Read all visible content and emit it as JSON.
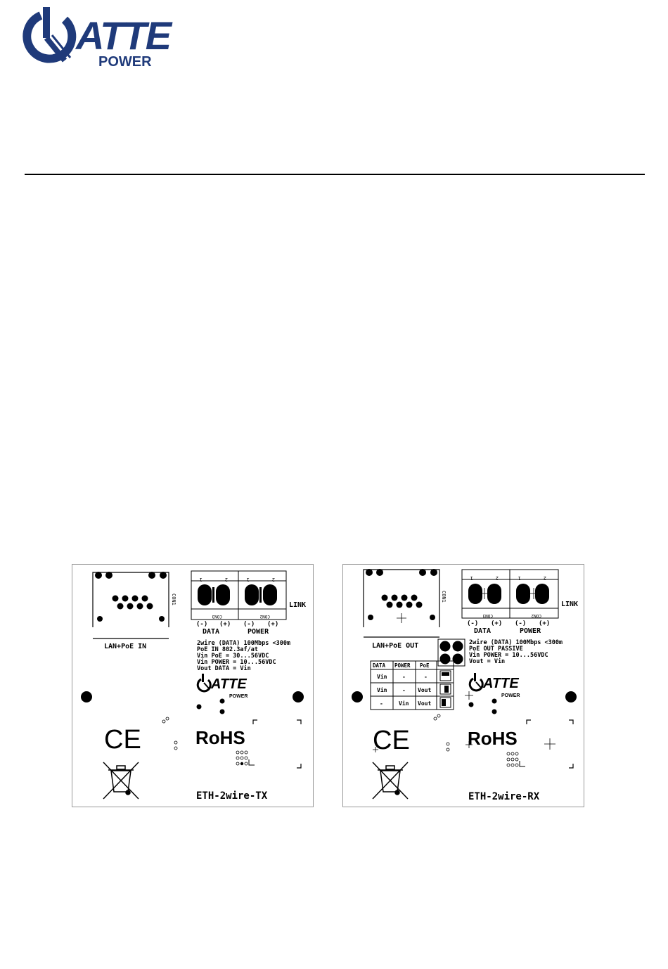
{
  "logo": {
    "brand": "ATTE",
    "sub": "POWER",
    "brand_color": "#1f3a7a",
    "accent_color": "#c0392b"
  },
  "board_tx": {
    "rj45_label": "LAN+PoE IN",
    "con1": "CON1",
    "con3": "CON3",
    "con2": "CON2",
    "pin1": "1",
    "pin2": "2",
    "pol_minus": "(-)",
    "pol_plus": "(+)",
    "data": "DATA",
    "power": "POWER",
    "link": "LINK",
    "spec": [
      "2wire (DATA) 100Mbps <300m",
      "PoE IN 802.3af/at",
      "Vin PoE = 30...56VDC",
      "Vin POWER = 10...56VDC",
      "Vout DATA = Vin"
    ],
    "logo_text": "ATTE",
    "logo_sub": "POWER",
    "ce": "CE",
    "rohs": "RoHS",
    "model": "ETH-2wire-TX"
  },
  "board_rx": {
    "rj45_label": "LAN+PoE OUT",
    "con1": "CON1",
    "con3": "CON3",
    "con2": "CON2",
    "pin1": "1",
    "pin2": "2",
    "pol_minus": "(-)",
    "pol_plus": "(+)",
    "data": "DATA",
    "power": "POWER",
    "link": "LINK",
    "spec": [
      "2wire (DATA) 100Mbps <300m",
      "PoE OUT PASSIVE",
      "Vin POWER = 10...56VDC",
      "Vout = Vin"
    ],
    "table": {
      "headers": [
        "DATA",
        "POWER",
        "PoE"
      ],
      "rows": [
        [
          "Vin",
          "-",
          "-"
        ],
        [
          "Vin",
          "-",
          "Vout"
        ],
        [
          "-",
          "Vin",
          "Vout"
        ]
      ]
    },
    "logo_text": "ATTE",
    "logo_sub": "POWER",
    "ce": "CE",
    "rohs": "RoHS",
    "model": "ETH-2wire-RX"
  }
}
